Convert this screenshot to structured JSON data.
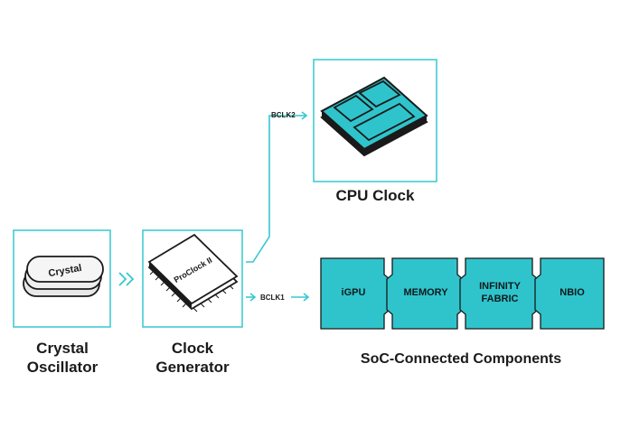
{
  "colors": {
    "accent": "#35c8cf",
    "fill": "#2fc4cc",
    "ink": "#1a1a1a"
  },
  "nodes": {
    "crystal_oscillator": {
      "chip_text": "Crystal",
      "label_line1": "Crystal",
      "label_line2": "Oscillator",
      "icon": "crystal-icon"
    },
    "clock_generator": {
      "chip_text": "ProClock II",
      "label_line1": "Clock",
      "label_line2": "Generator",
      "icon": "chip-icon"
    },
    "cpu_clock": {
      "label": "CPU Clock",
      "icon": "cpu-icon"
    }
  },
  "signals": {
    "upper": "BCLK2",
    "lower": "BCLK1"
  },
  "soc": {
    "label": "SoC-Connected Components",
    "components": [
      {
        "line1": "iGPU",
        "line2": ""
      },
      {
        "line1": "MEMORY",
        "line2": ""
      },
      {
        "line1": "INFINITY",
        "line2": "FABRIC"
      },
      {
        "line1": "NBIO",
        "line2": ""
      }
    ]
  }
}
